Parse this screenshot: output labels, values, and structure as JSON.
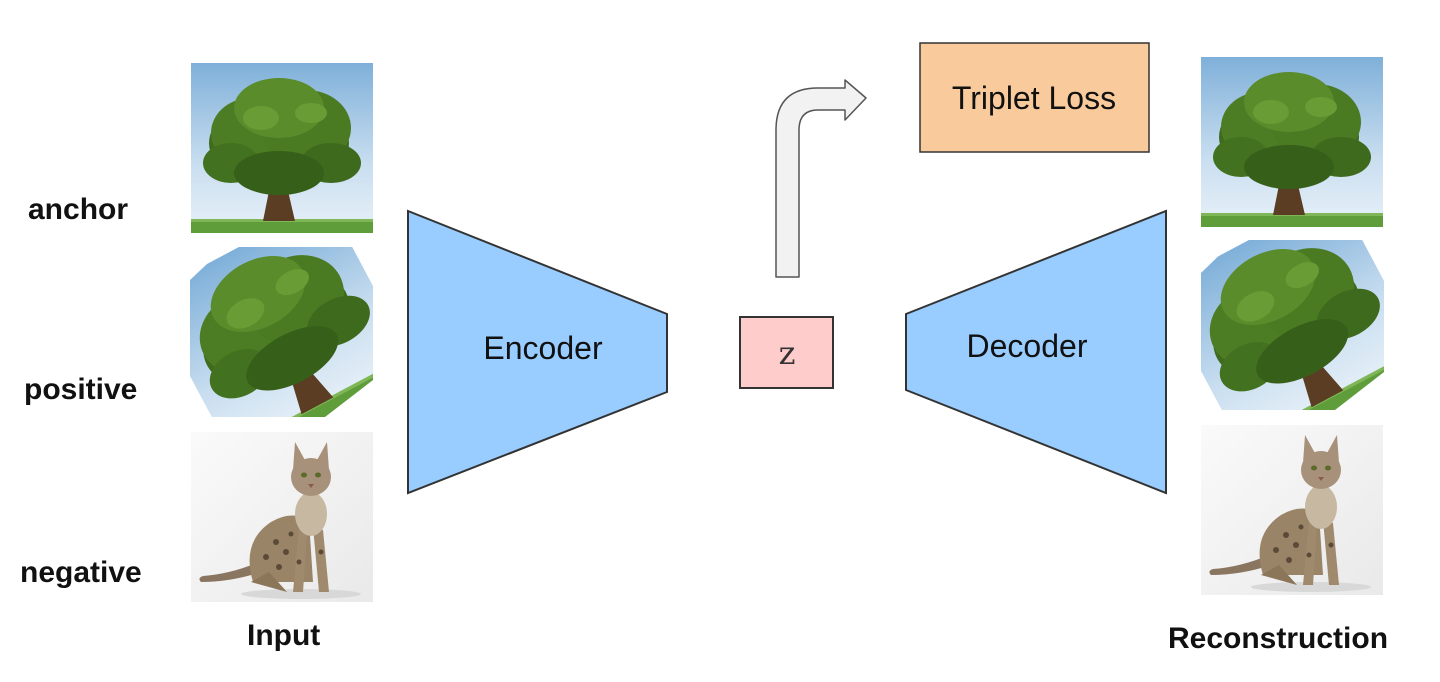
{
  "labels": {
    "anchor": "anchor",
    "positive": "positive",
    "negative": "negative",
    "input": "Input",
    "reconstruction": "Reconstruction"
  },
  "blocks": {
    "encoder": "Encoder",
    "decoder": "Decoder",
    "latent": "z",
    "loss": "Triplet Loss"
  },
  "colors": {
    "encoder_fill": "#99ccff",
    "decoder_fill": "#99ccff",
    "latent_fill": "#ffcccc",
    "loss_fill": "#f9cb9c",
    "arrow_fill": "#f2f2f2",
    "stroke": "#333333"
  },
  "images": {
    "anchor": "tree",
    "positive": "tree-rotated",
    "negative": "cat"
  }
}
